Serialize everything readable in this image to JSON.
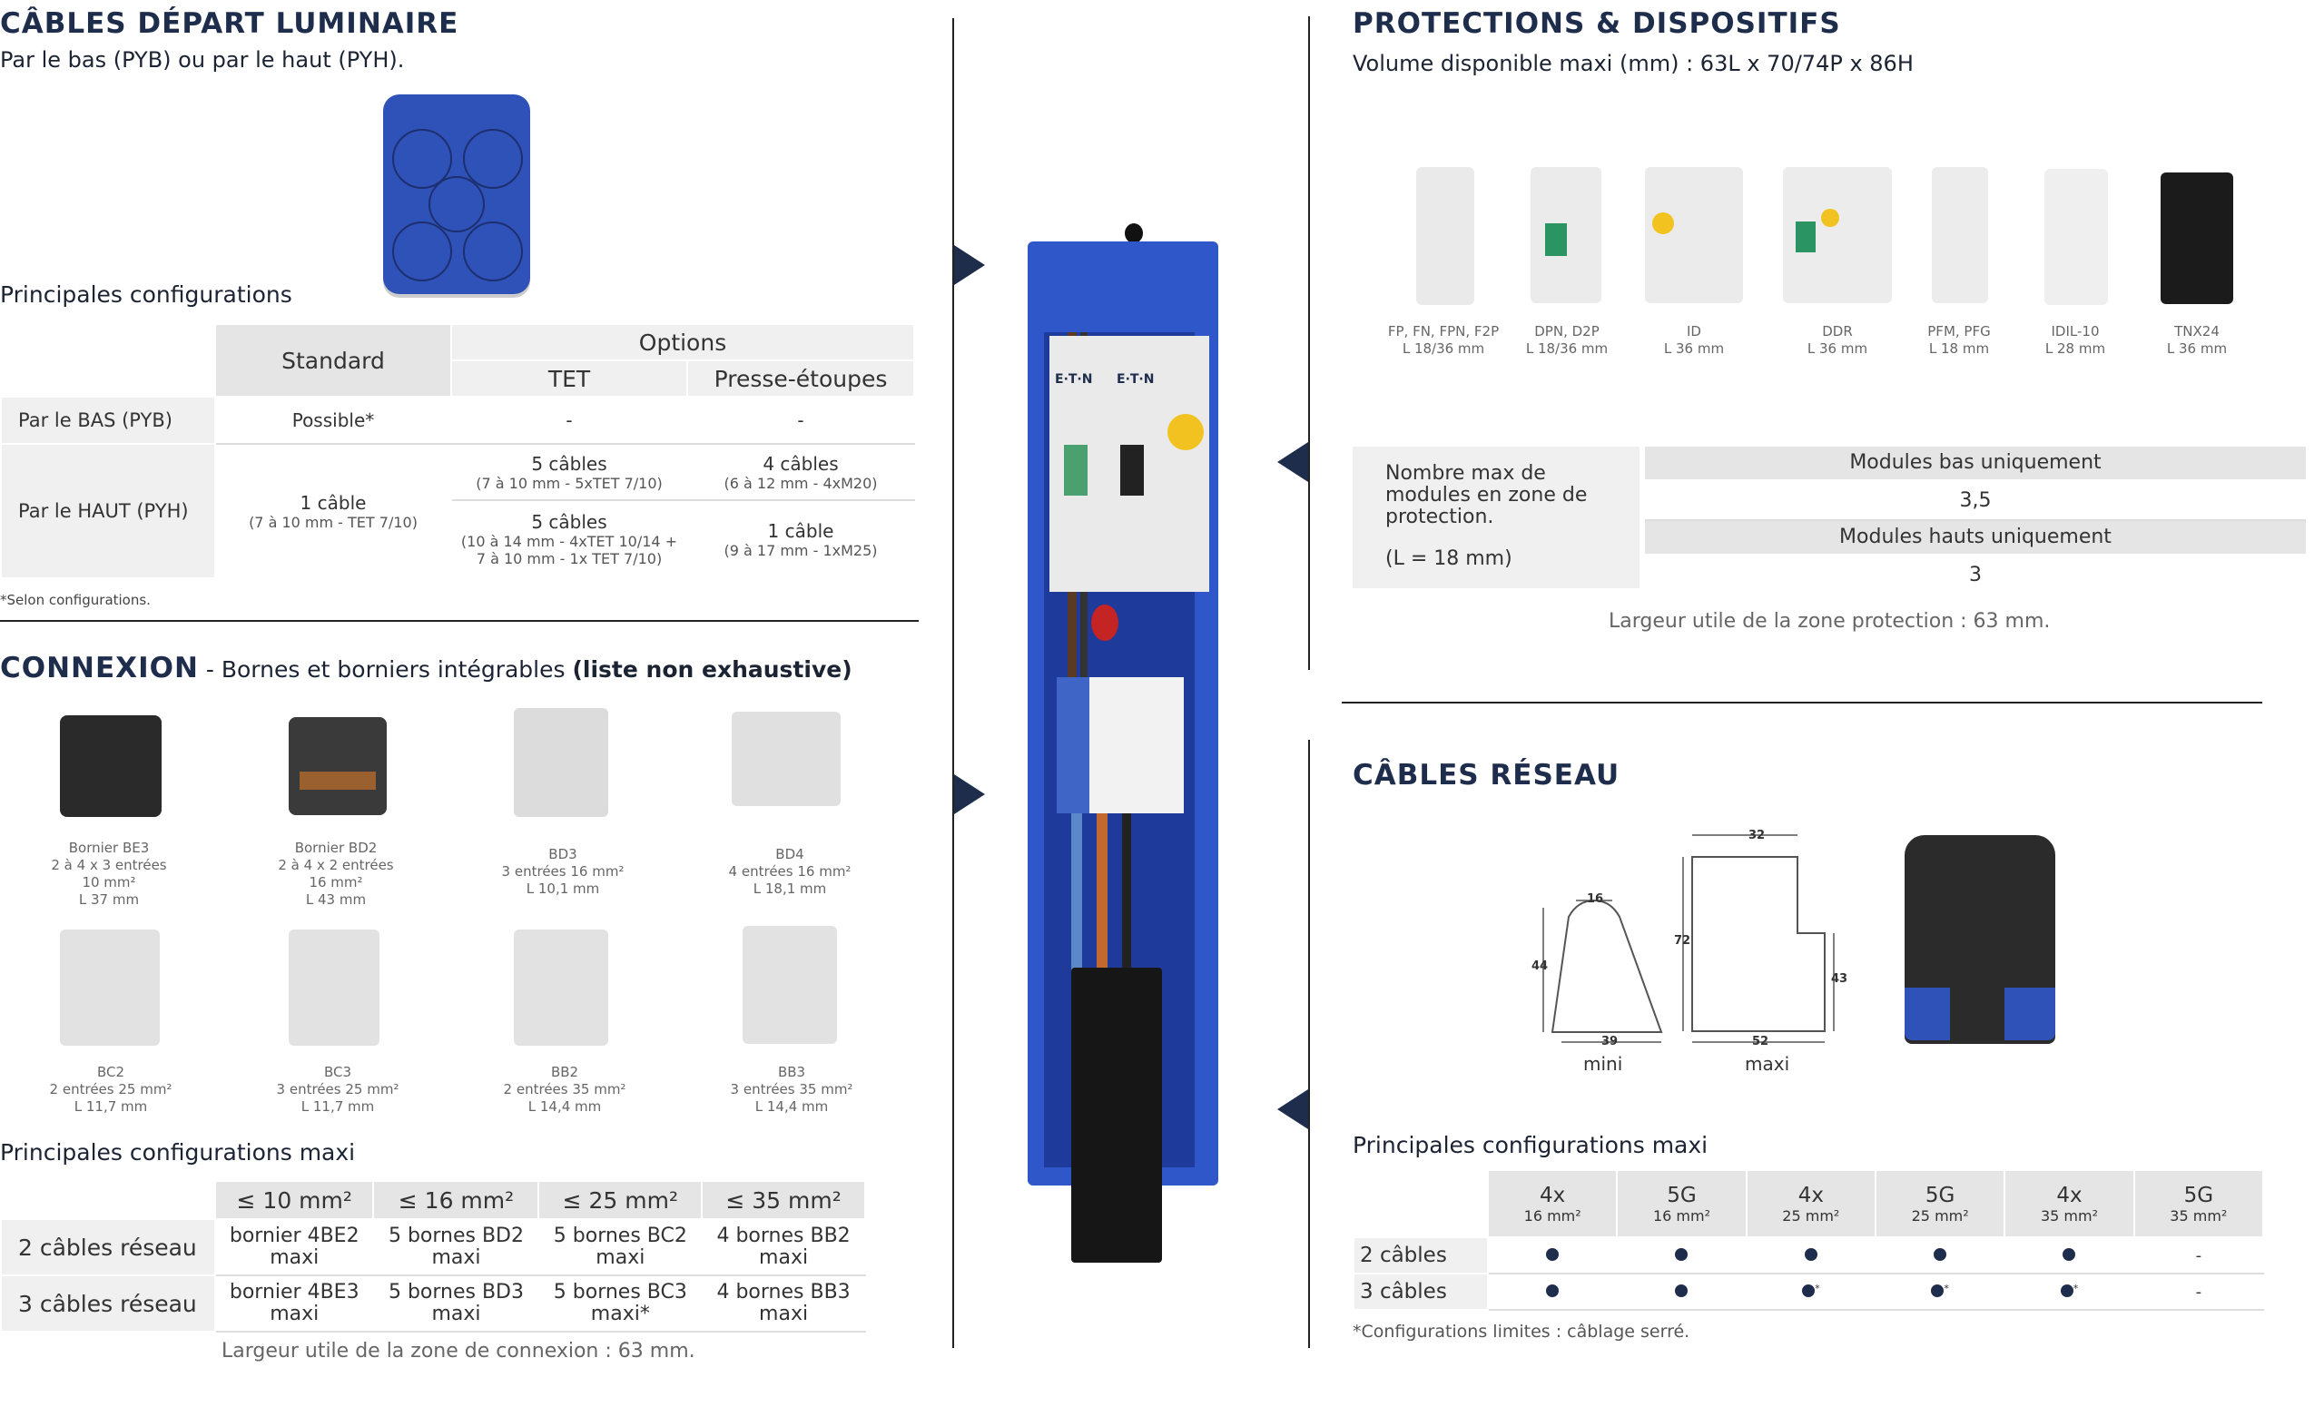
{
  "cables_depart": {
    "title": "CÂBLES DÉPART LUMINAIRE",
    "subtitle": "Par le bas (PYB) ou par le haut (PYH).",
    "configs_label": "Principales configurations",
    "table": {
      "standard": "Standard",
      "options": "Options",
      "tet": "TET",
      "presse": "Presse-étoupes",
      "row_bas": "Par le BAS (PYB)",
      "bas_standard": "Possible*",
      "bas_tet": "-",
      "bas_presse": "-",
      "row_haut": "Par le HAUT (PYH)",
      "haut_std_main": "1 câble",
      "haut_std_sub": "(7 à 10 mm - TET 7/10)",
      "haut_tet1_main": "5 câbles",
      "haut_tet1_sub": "(7 à 10 mm - 5xTET 7/10)",
      "haut_presse1_main": "4 câbles",
      "haut_presse1_sub": "(6 à 12 mm - 4xM20)",
      "haut_tet2_main": "5 câbles",
      "haut_tet2_sub1": "(10 à 14 mm - 4xTET 10/14 +",
      "haut_tet2_sub2": "7 à 10 mm - 1x TET 7/10)",
      "haut_presse2_main": "1 câble",
      "haut_presse2_sub": "(9 à 17 mm - 1xM25)"
    },
    "footnote": "*Selon configurations."
  },
  "connexion": {
    "title": "CONNEXION",
    "subtitle_a": " - Bornes et borniers intégrables ",
    "subtitle_b": "(liste non exhaustive)",
    "products": [
      {
        "name": "Bornier BE3",
        "l1": "2 à 4 x 3 entrées",
        "l2": "10 mm²",
        "l3": "L 37 mm"
      },
      {
        "name": "Bornier BD2",
        "l1": "2 à 4 x 2 entrées",
        "l2": "16 mm²",
        "l3": "L 43 mm"
      },
      {
        "name": "BD3",
        "l1": "3 entrées 16 mm²",
        "l2": "L 10,1 mm",
        "l3": ""
      },
      {
        "name": "BD4",
        "l1": "4 entrées 16 mm²",
        "l2": "L 18,1 mm",
        "l3": ""
      },
      {
        "name": "BC2",
        "l1": "2 entrées 25 mm²",
        "l2": "L 11,7 mm",
        "l3": ""
      },
      {
        "name": "BC3",
        "l1": "3 entrées 25 mm²",
        "l2": "L 11,7 mm",
        "l3": ""
      },
      {
        "name": "BB2",
        "l1": "2 entrées 35 mm²",
        "l2": "L 14,4 mm",
        "l3": ""
      },
      {
        "name": "BB3",
        "l1": "3 entrées 35 mm²",
        "l2": "L 14,4 mm",
        "l3": ""
      }
    ],
    "configs_label": "Principales configurations maxi",
    "headers": [
      "≤ 10 mm²",
      "≤ 16 mm²",
      "≤ 25 mm²",
      "≤ 35 mm²"
    ],
    "rows": [
      {
        "label": "2 câbles réseau",
        "cells": [
          [
            "bornier 4BE2",
            "maxi"
          ],
          [
            "5 bornes BD2",
            "maxi"
          ],
          [
            "5 bornes BC2",
            "maxi"
          ],
          [
            "4 bornes BB2",
            "maxi"
          ]
        ]
      },
      {
        "label": "3 câbles réseau",
        "cells": [
          [
            "bornier 4BE3",
            "maxi"
          ],
          [
            "5 bornes BD3",
            "maxi"
          ],
          [
            "5 bornes BC3",
            "maxi*"
          ],
          [
            "4 bornes BB3",
            "maxi"
          ]
        ]
      }
    ],
    "footer": "Largeur utile de la zone de connexion : 63 mm."
  },
  "protections": {
    "title": "PROTECTIONS & DISPOSITIFS",
    "subtitle": "Volume disponible maxi (mm) : 63L x 70/74P x 86H",
    "devices": [
      {
        "name": "FP, FN, FPN, F2P",
        "dim": "L 18/36 mm"
      },
      {
        "name": "DPN, D2P",
        "dim": "L 18/36 mm"
      },
      {
        "name": "ID",
        "dim": "L 36 mm"
      },
      {
        "name": "DDR",
        "dim": "L 36 mm"
      },
      {
        "name": "PFM, PFG",
        "dim": "L 18 mm"
      },
      {
        "name": "IDIL-10",
        "dim": "L 28 mm"
      },
      {
        "name": "TNX24",
        "dim": "L 36 mm"
      }
    ],
    "nb_label_1": "Nombre max de",
    "nb_label_2": "modules  en zone de",
    "nb_label_3": "protection.",
    "nb_label_4": "(L = 18 mm)",
    "bas_label": "Modules bas uniquement",
    "bas_value": "3,5",
    "hauts_label": "Modules hauts uniquement",
    "hauts_value": "3",
    "footer": "Largeur utile de la zone protection : 63 mm."
  },
  "cables_reseau": {
    "title": "CÂBLES RÉSEAU",
    "mini_label": "mini",
    "maxi_label": "maxi",
    "dims": {
      "mini_top": "16",
      "mini_h": "44",
      "mini_bottom": "39",
      "maxi_top": "32",
      "maxi_h1": "72",
      "maxi_h2": "43",
      "maxi_bottom": "52"
    },
    "configs_label": "Principales configurations maxi",
    "headers": [
      {
        "a": "4x",
        "b": "16 mm²"
      },
      {
        "a": "5G",
        "b": "16 mm²"
      },
      {
        "a": "4x",
        "b": "25 mm²"
      },
      {
        "a": "5G",
        "b": "25 mm²"
      },
      {
        "a": "4x",
        "b": "35 mm²"
      },
      {
        "a": "5G",
        "b": "35 mm²"
      }
    ],
    "rows": [
      {
        "label": "2 câbles",
        "cells": [
          "dot",
          "dot",
          "dot",
          "dot",
          "dot",
          "-"
        ]
      },
      {
        "label": "3 câbles",
        "cells": [
          "dot",
          "dot",
          "dot*",
          "dot*",
          "dot*",
          "-"
        ]
      }
    ],
    "footnote": "*Configurations limites : câblage serré."
  },
  "center_labels": {
    "eaton1": "E·T·N",
    "eaton2": "E·T·N"
  }
}
